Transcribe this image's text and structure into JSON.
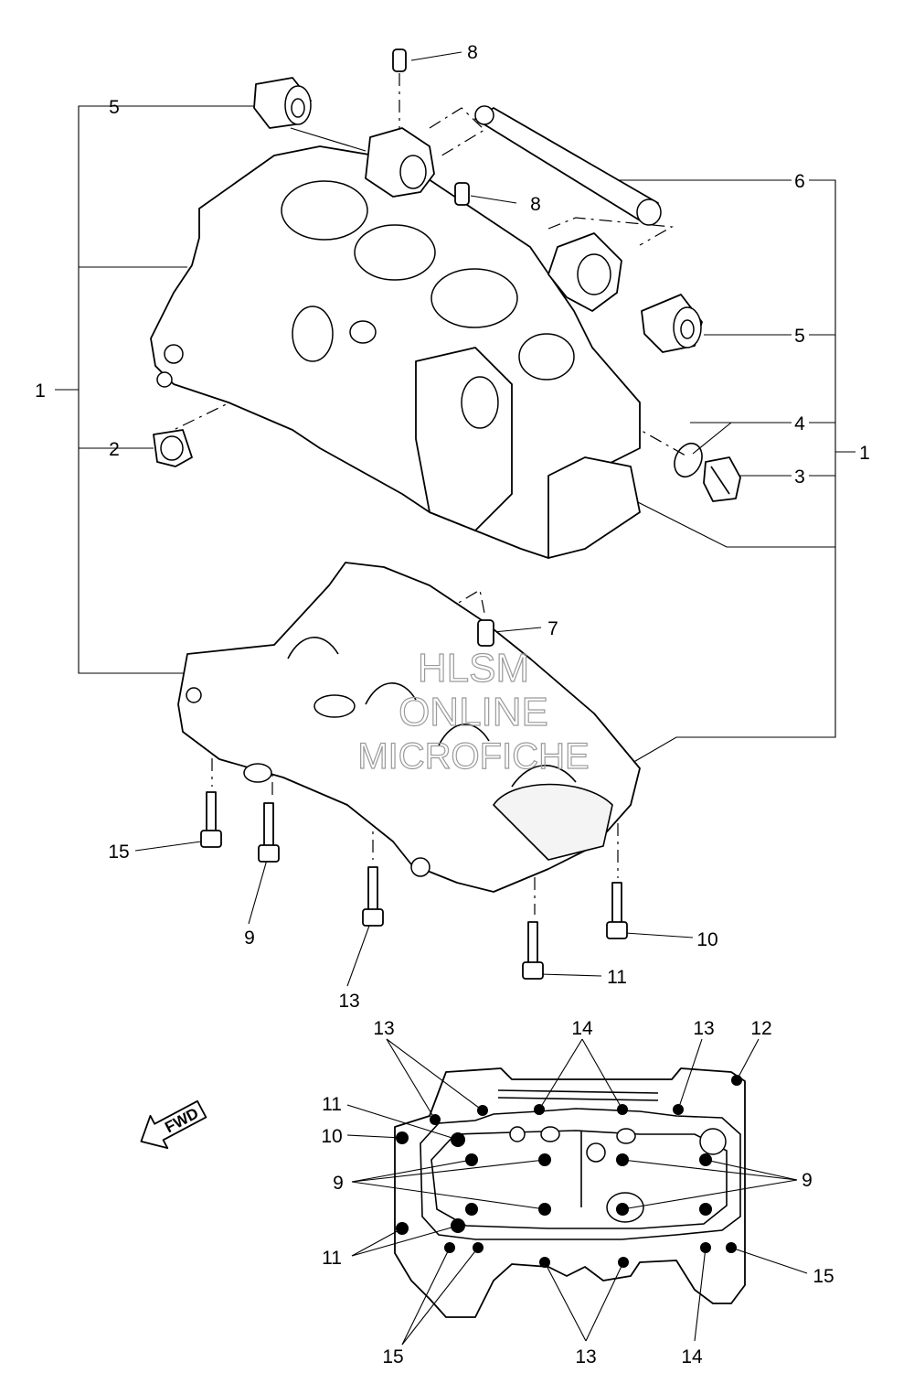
{
  "callouts": {
    "c1_left": "1",
    "c1_right": "1",
    "c2": "2",
    "c3": "3",
    "c4": "4",
    "c5_top": "5",
    "c5_right": "5",
    "c6": "6",
    "c7": "7",
    "c8_top": "8",
    "c8_mid": "8",
    "c9_bolt": "9",
    "c10_bolt": "10",
    "c11_bolt": "11",
    "c13_bolt": "13",
    "c15_bolt": "15"
  },
  "bottom_view_callouts": {
    "b13_left": "13",
    "b14_top": "14",
    "b13_right": "13",
    "b12": "12",
    "b11_upper": "11",
    "b10": "10",
    "b9_left": "9",
    "b9_right": "9",
    "b11_lower": "11",
    "b15_right": "15",
    "b15_left": "15",
    "b13_bottom": "13",
    "b14_bottom": "14"
  },
  "fwd_arrow_label": "FWD",
  "watermark": {
    "line1": "HLSM",
    "line2": "ONLINE",
    "line3": "MICROFICHE"
  },
  "colors": {
    "ink": "#000000",
    "paper": "#ffffff",
    "watermark": "#9a9a9a"
  }
}
